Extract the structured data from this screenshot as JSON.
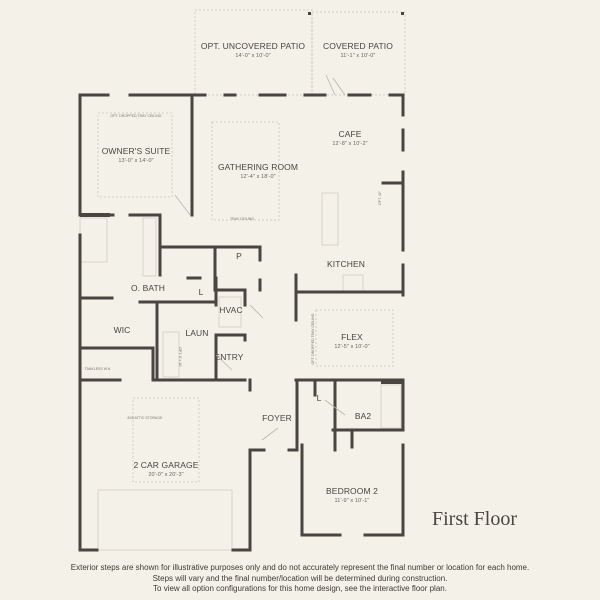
{
  "plan_title": "First Floor",
  "rooms": [
    {
      "name": "OPT. UNCOVERED PATIO",
      "dims": "14'-0\" x 10'-0\""
    },
    {
      "name": "COVERED PATIO",
      "dims": "11'-1\" x 10'-0\""
    },
    {
      "name": "OWNER'S SUITE",
      "dims": "13'-0\" x 14'-0\""
    },
    {
      "name": "GATHERING ROOM",
      "dims": "12'-4\" x 18'-0\""
    },
    {
      "name": "CAFE",
      "dims": "12'-8\" x 10'-2\""
    },
    {
      "name": "KITCHEN"
    },
    {
      "name": "P"
    },
    {
      "name": "O. BATH"
    },
    {
      "name": "L"
    },
    {
      "name": "HVAC"
    },
    {
      "name": "WIC"
    },
    {
      "name": "LAUN"
    },
    {
      "name": "ENTRY"
    },
    {
      "name": "FLEX",
      "dims": "12'-5\" x 10'-0\""
    },
    {
      "name": "FOYER"
    },
    {
      "name": "L"
    },
    {
      "name": "BA2"
    },
    {
      "name": "2 CAR GARAGE",
      "dims": "20'-0\" x 20'-3\""
    },
    {
      "name": "BEDROOM 2",
      "dims": "11'-9\" x 10'-1\""
    }
  ],
  "notes": {
    "owner_ceiling": "OPT. DROPPED TRAY CEILING",
    "gathering_ceiling": "TRAY CEILING",
    "kitchen_opt": "OPT. 42\"",
    "flex_ceiling": "OPT. DROPPED TRAY CEILING",
    "laun_opt": "OPT. 6' x 10'",
    "water_heater": "TANKLESS W.H.",
    "attic": "8X6 ATTIC STORAGE"
  },
  "disclaimer": [
    "Exterior steps are shown for illustrative purposes only and do not accurately represent the final number or location for each home.",
    "Steps will vary and the final number/location will be determined during construction.",
    "To view all option configurations for this home design, see the interactive floor plan."
  ],
  "colors": {
    "background": "#f3f1e8",
    "wall": "#4a4540",
    "fixture": "#c9c5bb"
  }
}
